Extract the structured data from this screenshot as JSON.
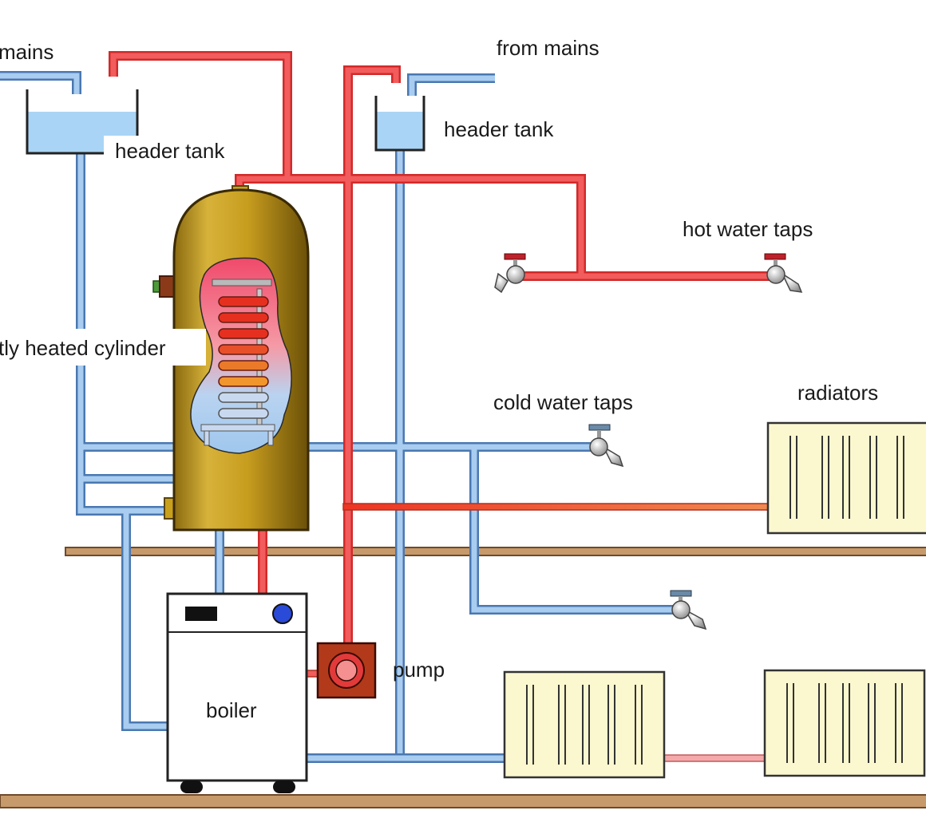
{
  "labels": {
    "mains_left": "mains",
    "from_mains": "from mains",
    "header_tank_left": "header tank",
    "header_tank_right": "header tank",
    "hot_water_taps": "hot water taps",
    "cylinder": "tly heated cylinder",
    "cold_water_taps": "cold water taps",
    "radiators": "radiators",
    "pump": "pump",
    "boiler": "boiler"
  },
  "colors": {
    "hot_pipe": "#f25c5c",
    "hot_pipe_dark": "#d12a2a",
    "cold_pipe": "#a9cdf0",
    "cold_pipe_edge": "#4a78b0",
    "water": "#a9d4f5",
    "cylinder_body": "#c9a01c",
    "radiator": "#fbf7cf",
    "floor": "#c79a6b",
    "pump_body": "#b23a1a",
    "boiler_body": "#ffffff"
  },
  "icons": [
    "tap-icon",
    "pump-icon",
    "boiler-icon",
    "radiator-icon",
    "cylinder-icon",
    "tank-icon"
  ]
}
